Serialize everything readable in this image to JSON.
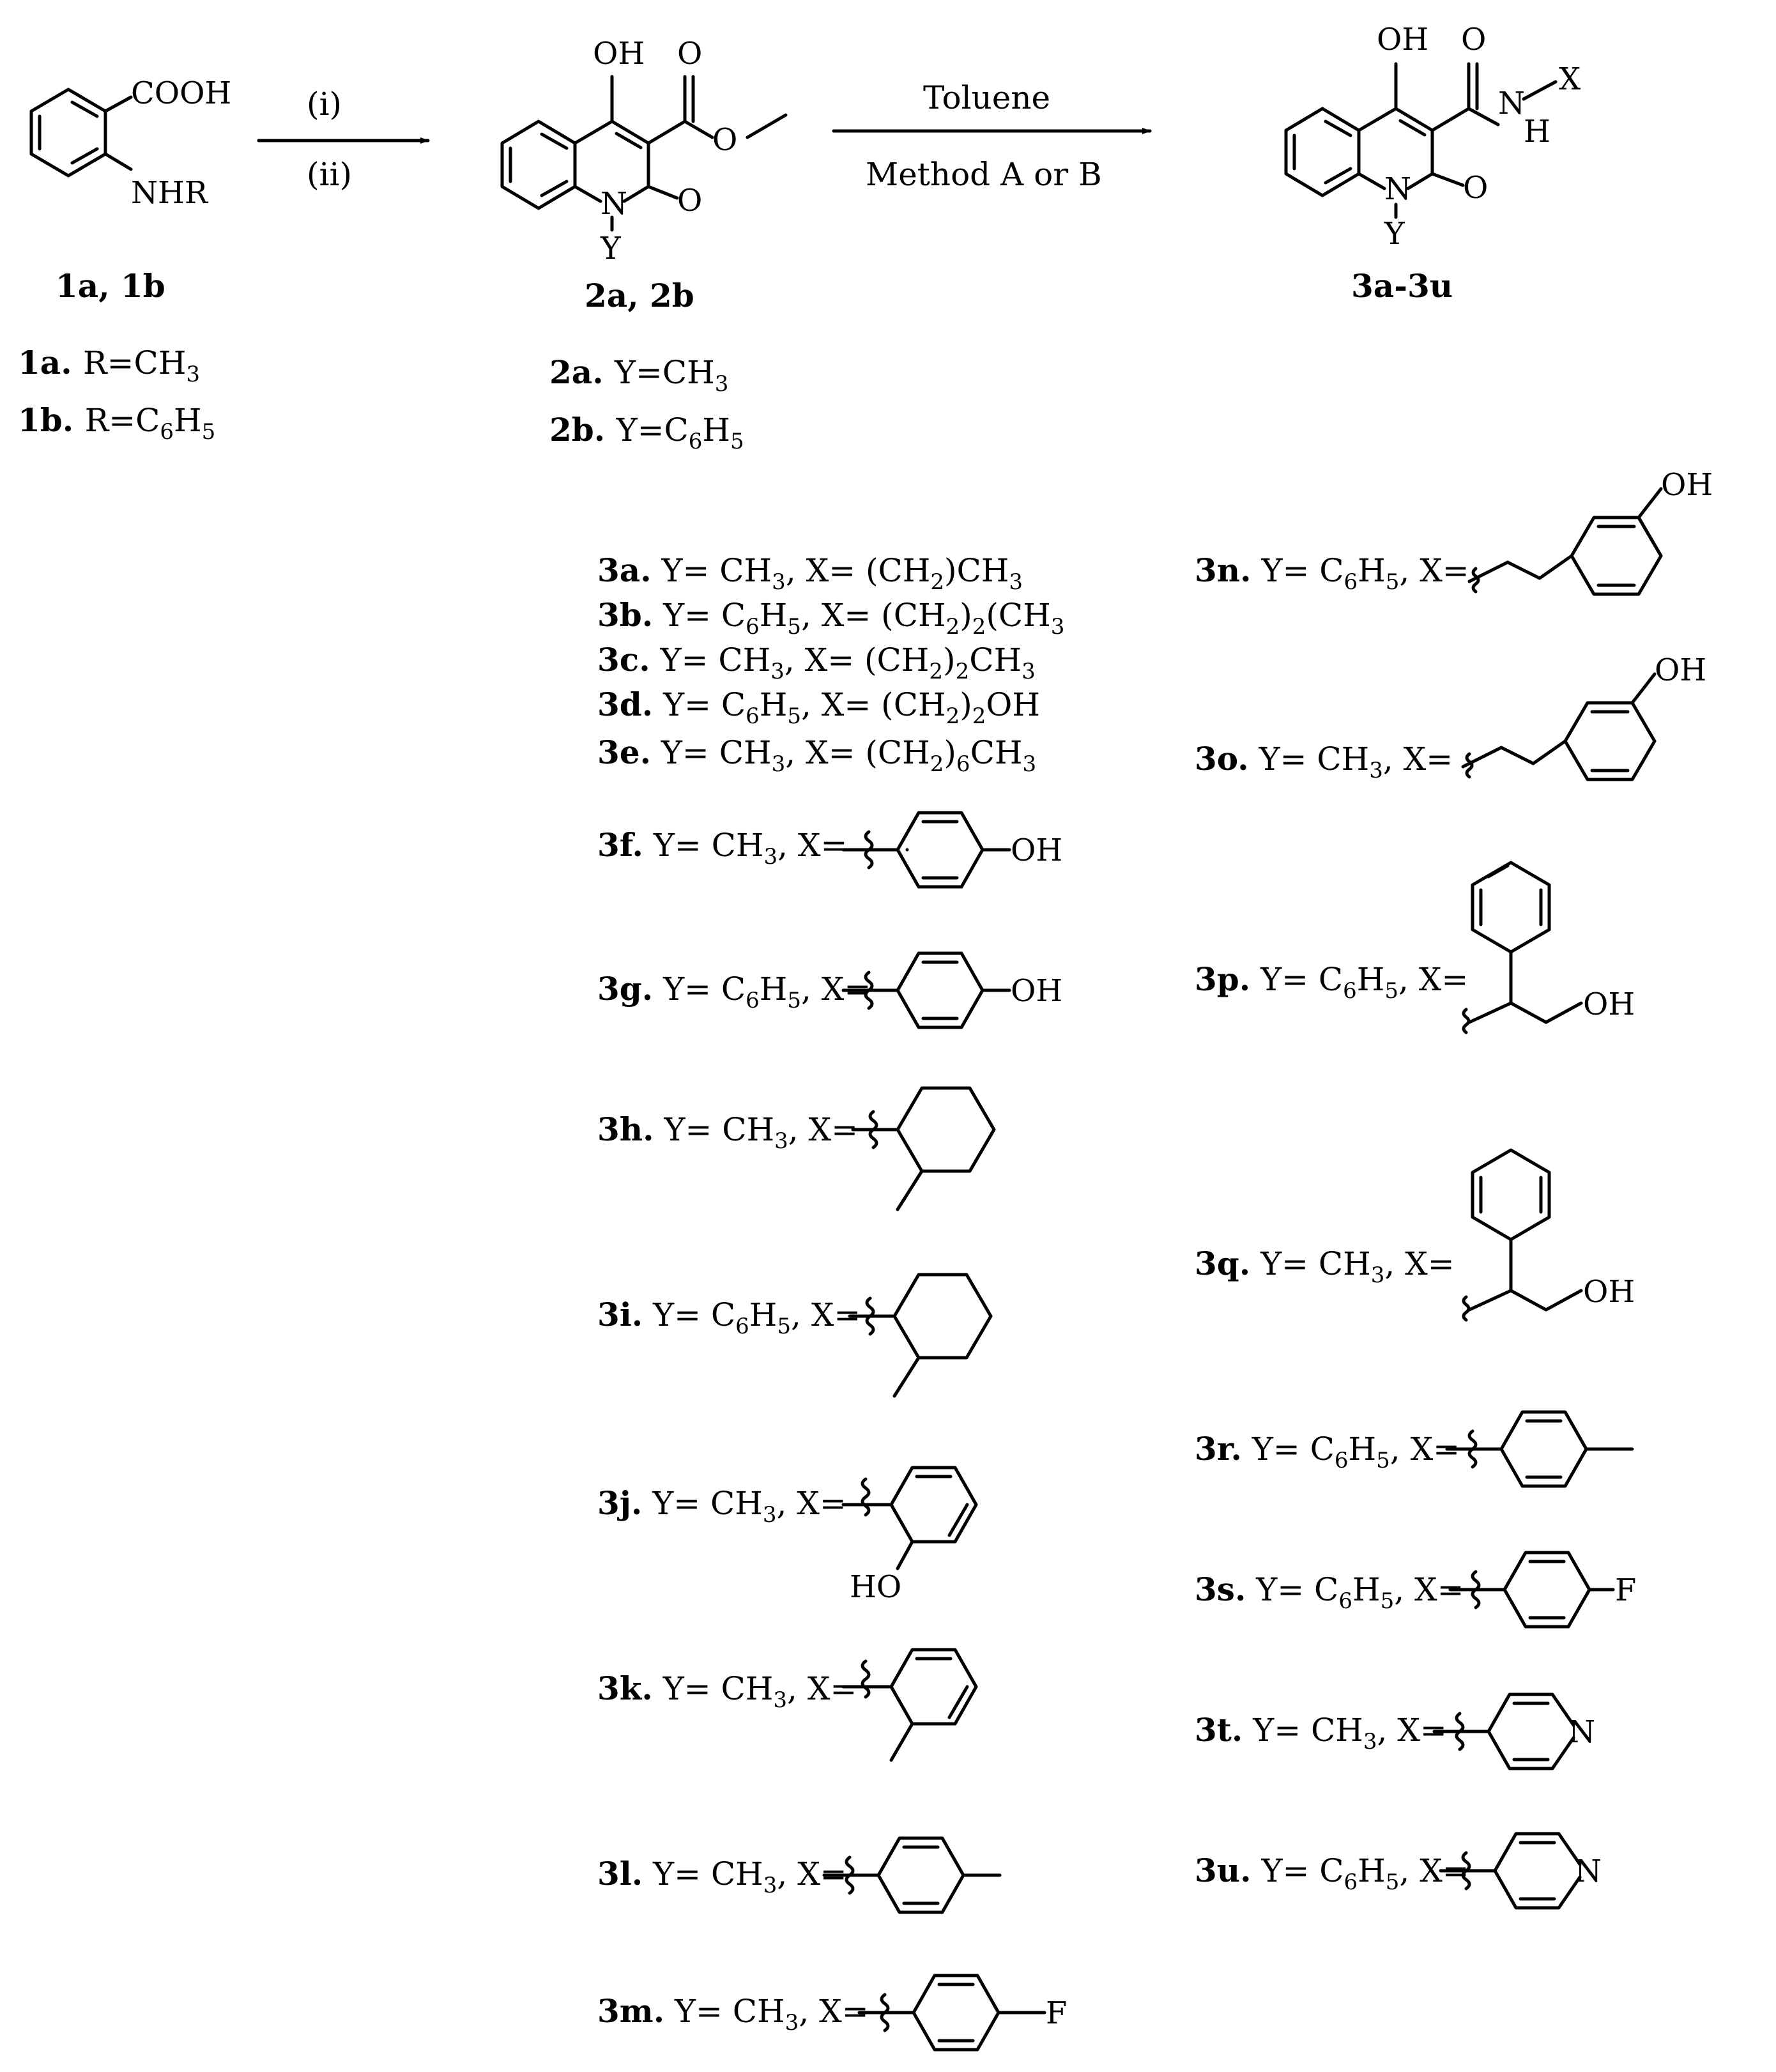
{
  "reaction": {
    "step1_conditions": [
      "(i)",
      "(ii)"
    ],
    "step2_solvent": "Toluene",
    "step2_method": "Method A or B"
  },
  "compound1": {
    "label": "1a, 1b",
    "atoms": {
      "acid": "COOH",
      "amine": "NHR"
    },
    "variants": [
      {
        "id": "1a.",
        "parts": [
          {
            "t": "R=CH"
          },
          {
            "t": "3",
            "s": "sub"
          }
        ]
      },
      {
        "id": "1b.",
        "parts": [
          {
            "t": "R=C"
          },
          {
            "t": "6",
            "s": "sub"
          },
          {
            "t": "H"
          },
          {
            "t": "5",
            "s": "sub"
          }
        ]
      }
    ]
  },
  "compound2": {
    "label": "2a, 2b",
    "atoms": {
      "oh": "OH",
      "o": "O",
      "n": "N",
      "y": "Y"
    },
    "variants": [
      {
        "id": "2a.",
        "parts": [
          {
            "t": "Y=CH"
          },
          {
            "t": "3",
            "s": "sub"
          }
        ]
      },
      {
        "id": "2b.",
        "parts": [
          {
            "t": "Y=C"
          },
          {
            "t": "6",
            "s": "sub"
          },
          {
            "t": "H"
          },
          {
            "t": "5",
            "s": "sub"
          }
        ]
      }
    ]
  },
  "compound3": {
    "label": "3a-3u",
    "atoms": {
      "oh": "OH",
      "o": "O",
      "n": "N",
      "h": "H",
      "x": "X",
      "y": "Y"
    }
  },
  "products": [
    {
      "id": "3a.",
      "parts": [
        {
          "t": " Y= CH"
        },
        {
          "t": "3",
          "s": "sub"
        },
        {
          "t": ", X= (CH"
        },
        {
          "t": "2",
          "s": "sub"
        },
        {
          "t": ")CH"
        },
        {
          "t": "3",
          "s": "sub"
        }
      ]
    },
    {
      "id": "3b.",
      "parts": [
        {
          "t": " Y= C"
        },
        {
          "t": "6",
          "s": "sub"
        },
        {
          "t": "H"
        },
        {
          "t": "5",
          "s": "sub"
        },
        {
          "t": ", X= (CH"
        },
        {
          "t": "2",
          "s": "sub"
        },
        {
          "t": ")"
        },
        {
          "t": "2",
          "s": "sub"
        },
        {
          "t": "(CH"
        },
        {
          "t": "3",
          "s": "sub"
        }
      ]
    },
    {
      "id": "3c.",
      "parts": [
        {
          "t": " Y= CH"
        },
        {
          "t": "3",
          "s": "sub"
        },
        {
          "t": ", X= (CH"
        },
        {
          "t": "2",
          "s": "sub"
        },
        {
          "t": ")"
        },
        {
          "t": "2",
          "s": "sub"
        },
        {
          "t": "CH"
        },
        {
          "t": "3",
          "s": "sub"
        }
      ]
    },
    {
      "id": "3d.",
      "parts": [
        {
          "t": " Y= C"
        },
        {
          "t": "6",
          "s": "sub"
        },
        {
          "t": "H"
        },
        {
          "t": "5",
          "s": "sub"
        },
        {
          "t": ", X= (CH"
        },
        {
          "t": "2",
          "s": "sub"
        },
        {
          "t": ")"
        },
        {
          "t": "2",
          "s": "sub"
        },
        {
          "t": "OH"
        }
      ]
    },
    {
      "id": "3e.",
      "parts": [
        {
          "t": " Y= CH"
        },
        {
          "t": "3",
          "s": "sub"
        },
        {
          "t": ", X= (CH"
        },
        {
          "t": "2",
          "s": "sub"
        },
        {
          "t": ")"
        },
        {
          "t": "6",
          "s": "sub"
        },
        {
          "t": "CH"
        },
        {
          "t": "3",
          "s": "sub"
        }
      ]
    },
    {
      "id": "3f.",
      "parts": [
        {
          "t": " Y= CH"
        },
        {
          "t": "3",
          "s": "sub"
        },
        {
          "t": ", X="
        }
      ],
      "sub_atom": "OH"
    },
    {
      "id": "3g.",
      "parts": [
        {
          "t": " Y= C"
        },
        {
          "t": "6",
          "s": "sub"
        },
        {
          "t": "H"
        },
        {
          "t": "5",
          "s": "sub"
        },
        {
          "t": ", X="
        }
      ],
      "sub_atom": "OH"
    },
    {
      "id": "3h.",
      "parts": [
        {
          "t": " Y= CH"
        },
        {
          "t": "3",
          "s": "sub"
        },
        {
          "t": ", X="
        }
      ]
    },
    {
      "id": "3i.",
      "parts": [
        {
          "t": " Y= C"
        },
        {
          "t": "6",
          "s": "sub"
        },
        {
          "t": "H"
        },
        {
          "t": "5",
          "s": "sub"
        },
        {
          "t": ", X="
        }
      ]
    },
    {
      "id": "3j.",
      "parts": [
        {
          "t": " Y= CH"
        },
        {
          "t": "3",
          "s": "sub"
        },
        {
          "t": ", X="
        }
      ],
      "sub_atom": "HO"
    },
    {
      "id": "3k.",
      "parts": [
        {
          "t": " Y= CH"
        },
        {
          "t": "3",
          "s": "sub"
        },
        {
          "t": ", X="
        }
      ]
    },
    {
      "id": "3l.",
      "parts": [
        {
          "t": " Y= CH"
        },
        {
          "t": "3",
          "s": "sub"
        },
        {
          "t": ", X="
        }
      ]
    },
    {
      "id": "3m.",
      "parts": [
        {
          "t": " Y= CH"
        },
        {
          "t": "3",
          "s": "sub"
        },
        {
          "t": ", X="
        }
      ],
      "sub_atom": "F"
    },
    {
      "id": "3n.",
      "parts": [
        {
          "t": " Y= C"
        },
        {
          "t": "6",
          "s": "sub"
        },
        {
          "t": "H"
        },
        {
          "t": "5",
          "s": "sub"
        },
        {
          "t": ", X="
        }
      ],
      "sub_atom": "OH"
    },
    {
      "id": "3o.",
      "parts": [
        {
          "t": " Y= CH"
        },
        {
          "t": "3",
          "s": "sub"
        },
        {
          "t": ", X="
        }
      ],
      "sub_atom": "OH"
    },
    {
      "id": "3p.",
      "parts": [
        {
          "t": " Y= C"
        },
        {
          "t": "6",
          "s": "sub"
        },
        {
          "t": "H"
        },
        {
          "t": "5",
          "s": "sub"
        },
        {
          "t": ", X="
        }
      ],
      "sub_atom": "OH"
    },
    {
      "id": "3q.",
      "parts": [
        {
          "t": " Y= CH"
        },
        {
          "t": "3",
          "s": "sub"
        },
        {
          "t": ", X="
        }
      ],
      "sub_atom": "OH"
    },
    {
      "id": "3r.",
      "parts": [
        {
          "t": " Y= C"
        },
        {
          "t": "6",
          "s": "sub"
        },
        {
          "t": "H"
        },
        {
          "t": "5",
          "s": "sub"
        },
        {
          "t": ", X="
        }
      ]
    },
    {
      "id": "3s.",
      "parts": [
        {
          "t": " Y= C"
        },
        {
          "t": "6",
          "s": "sub"
        },
        {
          "t": "H"
        },
        {
          "t": "5",
          "s": "sub"
        },
        {
          "t": ", X="
        }
      ],
      "sub_atom": "F"
    },
    {
      "id": "3t.",
      "parts": [
        {
          "t": " Y= CH"
        },
        {
          "t": "3",
          "s": "sub"
        },
        {
          "t": ", X="
        }
      ],
      "sub_atom": "N"
    },
    {
      "id": "3u.",
      "parts": [
        {
          "t": " Y= C"
        },
        {
          "t": "6",
          "s": "sub"
        },
        {
          "t": "H"
        },
        {
          "t": "5",
          "s": "sub"
        },
        {
          "t": ", X="
        }
      ],
      "sub_atom": "N"
    }
  ]
}
